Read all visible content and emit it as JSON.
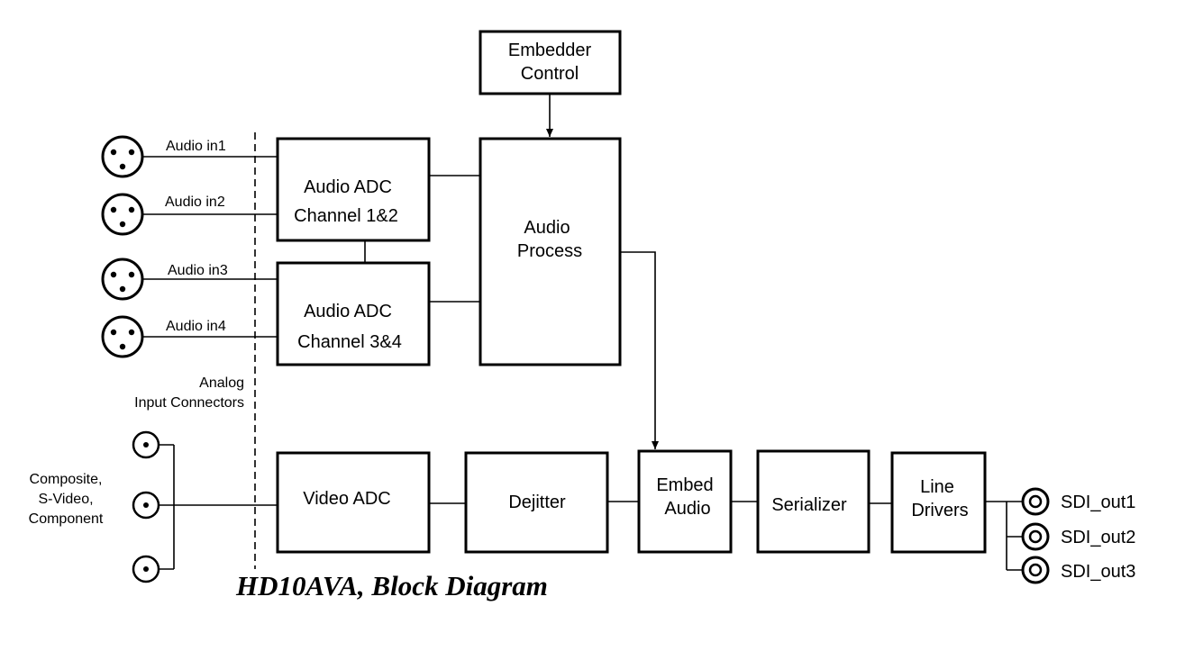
{
  "title": "HD10AVA, Block Diagram",
  "blocks": {
    "embedder_control": [
      "Embedder",
      "Control"
    ],
    "audio_adc_12": [
      "Audio ADC",
      "Channel 1&2"
    ],
    "audio_adc_34": [
      "Audio ADC",
      "Channel 3&4"
    ],
    "audio_process": [
      "Audio",
      "Process"
    ],
    "video_adc": "Video ADC",
    "dejitter": "Dejitter",
    "embed_audio": [
      "Embed",
      "Audio"
    ],
    "serializer": "Serializer",
    "line_drivers": [
      "Line",
      "Drivers"
    ]
  },
  "audio_inputs": [
    "Audio in1",
    "Audio in2",
    "Audio in3",
    "Audio in4"
  ],
  "analog_label": [
    "Analog",
    "Input Connectors"
  ],
  "video_input_label": [
    "Composite,",
    "S-Video,",
    "Component"
  ],
  "sdi_outputs": [
    "SDI_out1",
    "SDI_out2",
    "SDI_out3"
  ]
}
